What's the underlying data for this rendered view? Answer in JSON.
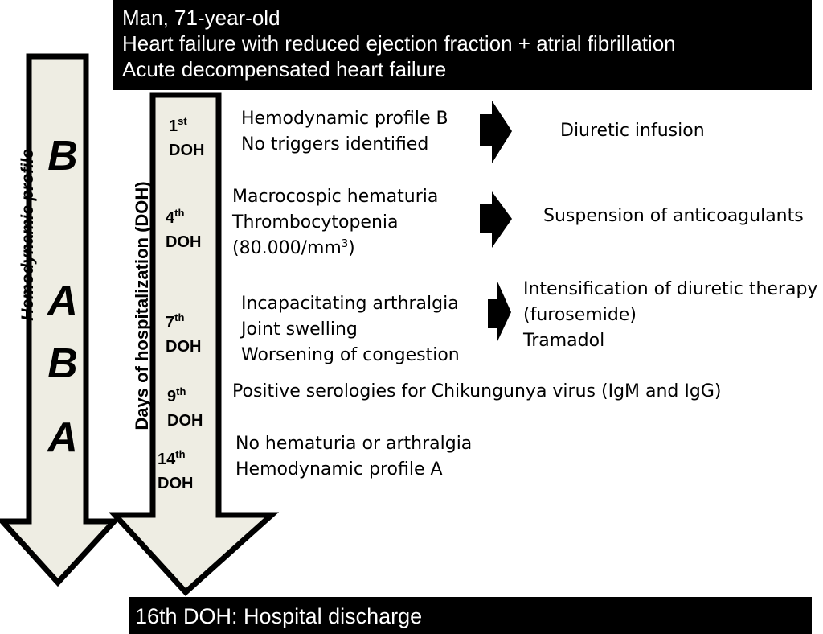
{
  "header": {
    "line1": "Man, 71-year-old",
    "line2": "Heart failure with reduced ejection fraction + atrial fibrillation",
    "line3": "Acute decompensated heart failure"
  },
  "profile_axis": {
    "label": "Hemodynamic profile",
    "letters": [
      "B",
      "A",
      "B",
      "A"
    ]
  },
  "doh_axis": {
    "label": "Days of hospitalization (DOH)"
  },
  "events": [
    {
      "day_num": "1",
      "day_sup": "st",
      "day_unit": "DOH",
      "findings": [
        "Hemodynamic profile B",
        "No triggers identified"
      ],
      "actions": [
        "Diuretic infusion"
      ]
    },
    {
      "day_num": "4",
      "day_sup": "th",
      "day_unit": "DOH",
      "findings": [
        "Macrocospic hematuria",
        "Thrombocytopenia",
        "(80.000/mm",
        "3",
        ")"
      ],
      "actions": [
        "Suspension of anticoagulants"
      ]
    },
    {
      "day_num": "7",
      "day_sup": "th",
      "day_unit": "DOH",
      "findings": [
        "Incapacitating arthralgia",
        "Joint swelling",
        "Worsening of congestion"
      ],
      "actions": [
        "Intensification of diuretic therapy",
        "(furosemide)",
        "Tramadol"
      ]
    },
    {
      "day_num": "9",
      "day_sup": "th",
      "day_unit": "DOH",
      "findings": [
        "Positive serologies for Chikungunya virus (IgM and IgG)"
      ],
      "actions": []
    },
    {
      "day_num": "14",
      "day_sup": "th",
      "day_unit": "DOH",
      "findings": [
        "No hematuria or arthralgia",
        "Hemodynamic profile A"
      ],
      "actions": []
    }
  ],
  "footer": {
    "text": "16th DOH: Hospital discharge"
  },
  "colors": {
    "arrow_fill": "#eeede3",
    "banner_bg": "#000000",
    "banner_text": "#ffffff"
  }
}
